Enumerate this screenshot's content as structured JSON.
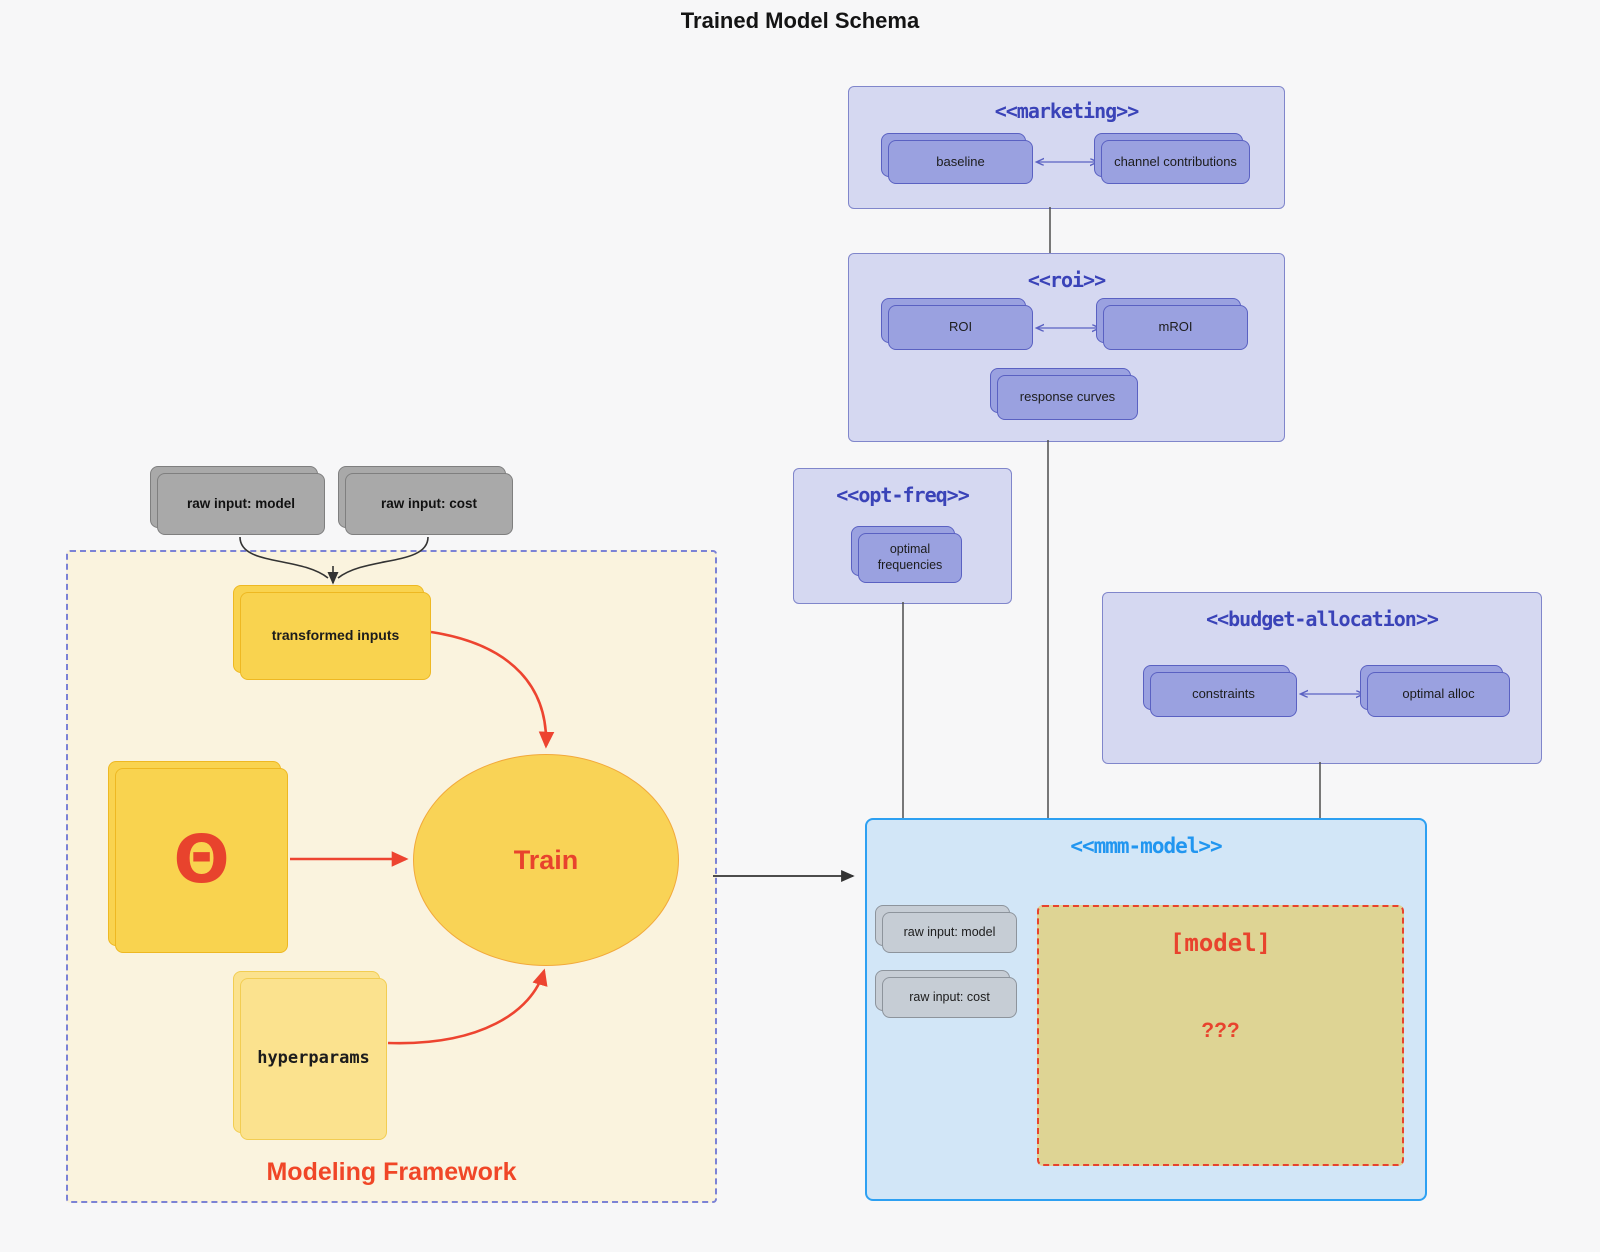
{
  "title": "Trained Model Schema",
  "marketing": {
    "title": "<<marketing>>",
    "baseline": "baseline",
    "channel_contributions": "channel contributions"
  },
  "roi": {
    "title": "<<roi>>",
    "roi": "ROI",
    "mroi": "mROI",
    "response_curves": "response curves"
  },
  "opt_freq": {
    "title": "<<opt-freq>>",
    "optimal_frequencies": "optimal frequencies"
  },
  "budget": {
    "title": "<<budget-allocation>>",
    "constraints": "constraints",
    "optimal_alloc": "optimal alloc"
  },
  "mmm": {
    "title": "<<mmm-model>>",
    "raw_input_model": "raw input: model",
    "raw_input_cost": "raw input: cost",
    "model_placeholder": "[model]",
    "unknown": "???"
  },
  "framework": {
    "label": "Modeling Framework",
    "raw_input_model": "raw input: model",
    "raw_input_cost": "raw input: cost",
    "transformed_inputs": "transformed inputs",
    "theta": "Θ",
    "train": "Train",
    "hyperparams": "hyperparams"
  },
  "colors": {
    "red_accent": "#e8432d",
    "blue_accent": "#2da0f2",
    "purple_title": "#3a43b8",
    "purple_node": "#9aa1e0",
    "yellow_node": "#f9d34f",
    "khaki_fill": "#ded494",
    "beige_fill": "#faf3de",
    "connector": "#4d4d4d"
  }
}
